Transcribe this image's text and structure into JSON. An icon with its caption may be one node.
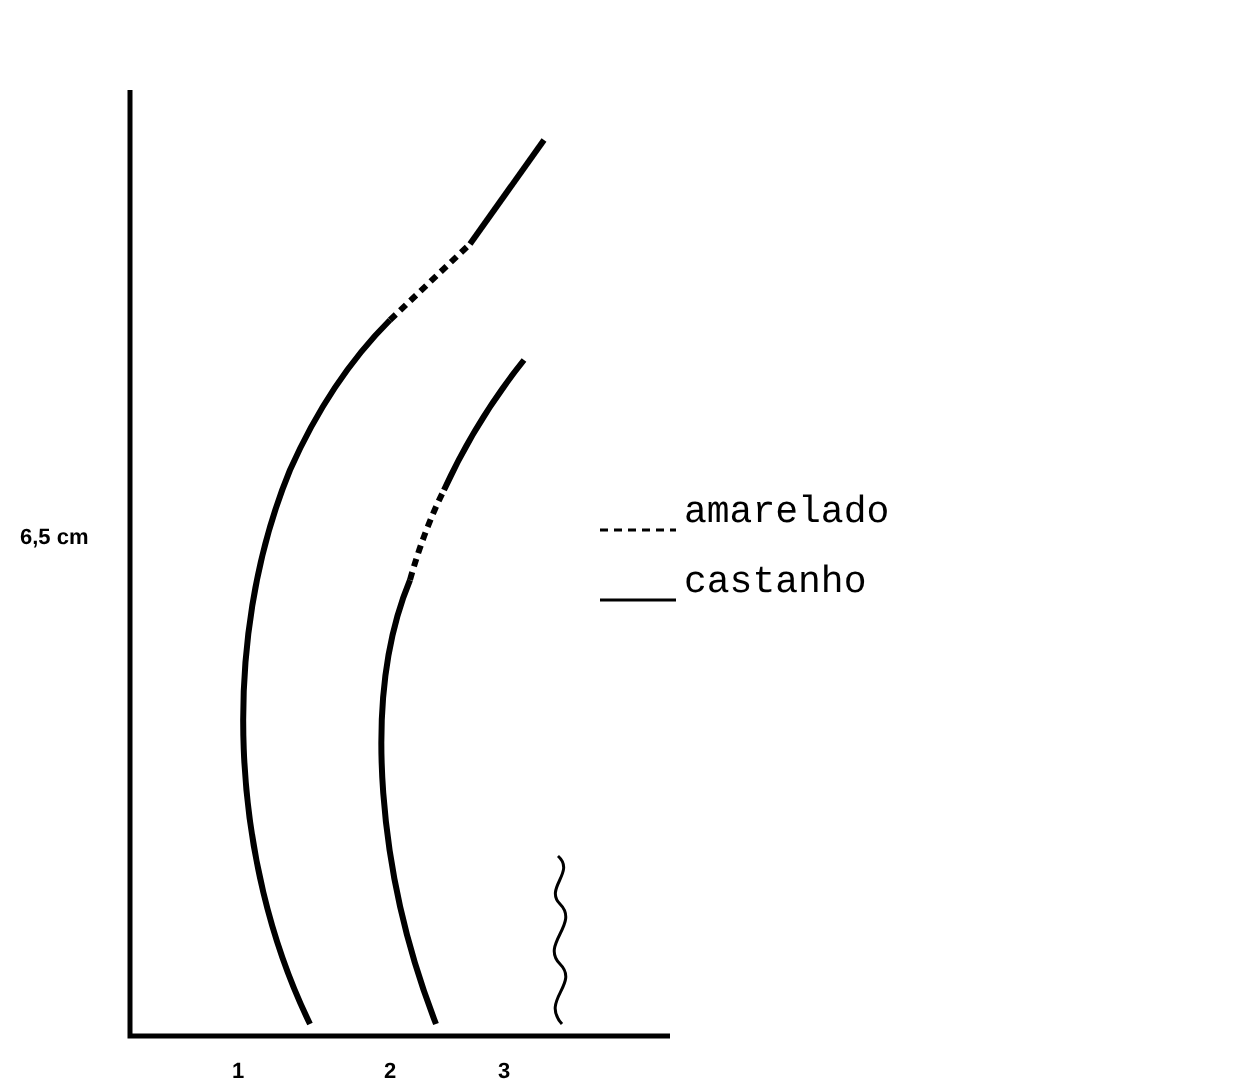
{
  "diagram": {
    "labels": [
      "6,5 cm",
      "1",
      "2",
      "3"
    ],
    "legend": [
      {
        "text": "amarelado"
      },
      {
        "text": "castanho"
      }
    ]
  }
}
